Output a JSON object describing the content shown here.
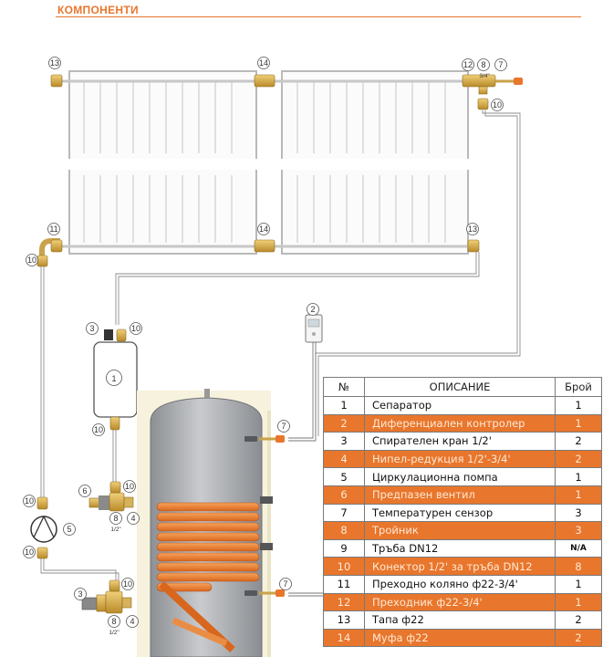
{
  "header": {
    "title": "КОМПОНЕНТИ",
    "accent_color": "#e8762c"
  },
  "callouts": {
    "c13_top": "13",
    "c14_top": "14",
    "c12": "12",
    "c8_top": "8",
    "c8_top_size": "3/4\"",
    "c7_top": "7",
    "c10_top": "10",
    "c11": "11",
    "c10_left": "10",
    "c14_mid": "14",
    "c13_mid": "13",
    "c2": "2",
    "c3_sep": "3",
    "c10_sep": "10",
    "c1": "1",
    "c10_sep_bottom": "10",
    "c7_upper": "7",
    "c6": "6",
    "c10_valve": "10",
    "c8_mid": "8",
    "c4_mid": "4",
    "c8_mid_size": "1/2\"",
    "c10_pump_top": "10",
    "c5": "5",
    "c10_pump_bottom": "10",
    "c7_lower": "7",
    "c3_bottom": "3",
    "c10_bottom": "10",
    "c8_bottom": "8",
    "c4_bottom": "4",
    "c8_bottom_size": "1/2\""
  },
  "table": {
    "headers": {
      "num": "№",
      "desc": "ОПИСАНИЕ",
      "count": "Брой"
    },
    "rows": [
      {
        "num": "1",
        "desc": "Сепаратор",
        "count": "1"
      },
      {
        "num": "2",
        "desc": "Диференциален контролер",
        "count": "1"
      },
      {
        "num": "3",
        "desc": "Спирателен кран 1/2'",
        "count": "2"
      },
      {
        "num": "4",
        "desc": "Нипел-редукция 1/2'-3/4'",
        "count": "2"
      },
      {
        "num": "5",
        "desc": "Циркулационна помпа",
        "count": "1"
      },
      {
        "num": "6",
        "desc": "Предпазен вентил",
        "count": "1"
      },
      {
        "num": "7",
        "desc": "Температурен сензор",
        "count": "3"
      },
      {
        "num": "8",
        "desc": "Тройник",
        "count": "3"
      },
      {
        "num": "9",
        "desc": "Тръба DN12",
        "count": "N/A"
      },
      {
        "num": "10",
        "desc": "Конектор 1/2' за тръба DN12",
        "count": "8"
      },
      {
        "num": "11",
        "desc": "Преходно коляно ф22-3/4'",
        "count": "1"
      },
      {
        "num": "12",
        "desc": "Преходник ф22-3/4'",
        "count": "1"
      },
      {
        "num": "13",
        "desc": "Тапа ф22",
        "count": "2"
      },
      {
        "num": "14",
        "desc": "Муфа ф22",
        "count": "2"
      }
    ]
  }
}
